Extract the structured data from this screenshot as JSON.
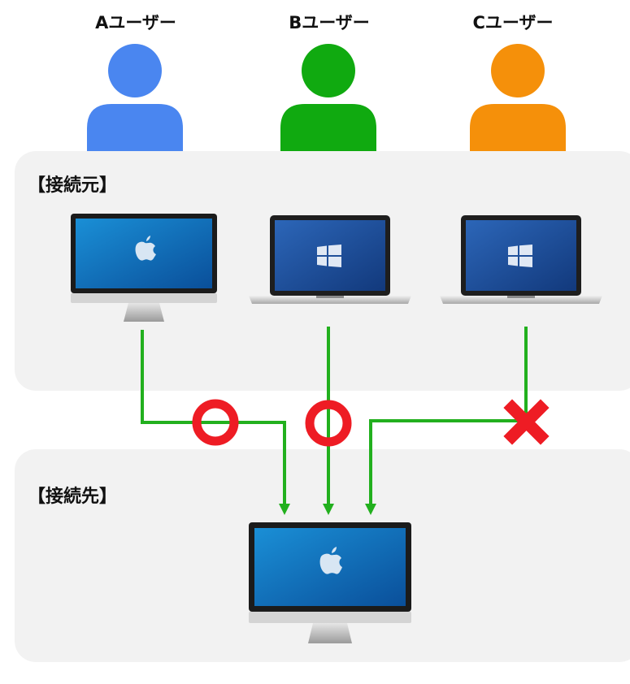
{
  "users": [
    {
      "label": "Aユーザー",
      "color": "#4a86f0"
    },
    {
      "label": "Bユーザー",
      "color": "#10aa10"
    },
    {
      "label": "Cユーザー",
      "color": "#f5900a"
    }
  ],
  "source_panel": {
    "title": "【接続元】"
  },
  "dest_panel": {
    "title": "【接続先】"
  },
  "connection_color": "#22b01e",
  "mark_color": "#ee1c24",
  "connections": [
    {
      "from": "Aユーザー",
      "result": "allowed",
      "mark": "circle"
    },
    {
      "from": "Bユーザー",
      "result": "allowed",
      "mark": "circle"
    },
    {
      "from": "Cユーザー",
      "result": "denied",
      "mark": "cross"
    }
  ],
  "devices": [
    {
      "owner": "Aユーザー",
      "type": "imac",
      "os_icon": "apple-icon"
    },
    {
      "owner": "Bユーザー",
      "type": "laptop",
      "os_icon": "windows-icon"
    },
    {
      "owner": "Cユーザー",
      "type": "laptop",
      "os_icon": "windows-icon"
    },
    {
      "owner": "接続先",
      "type": "imac",
      "os_icon": "apple-icon"
    }
  ]
}
